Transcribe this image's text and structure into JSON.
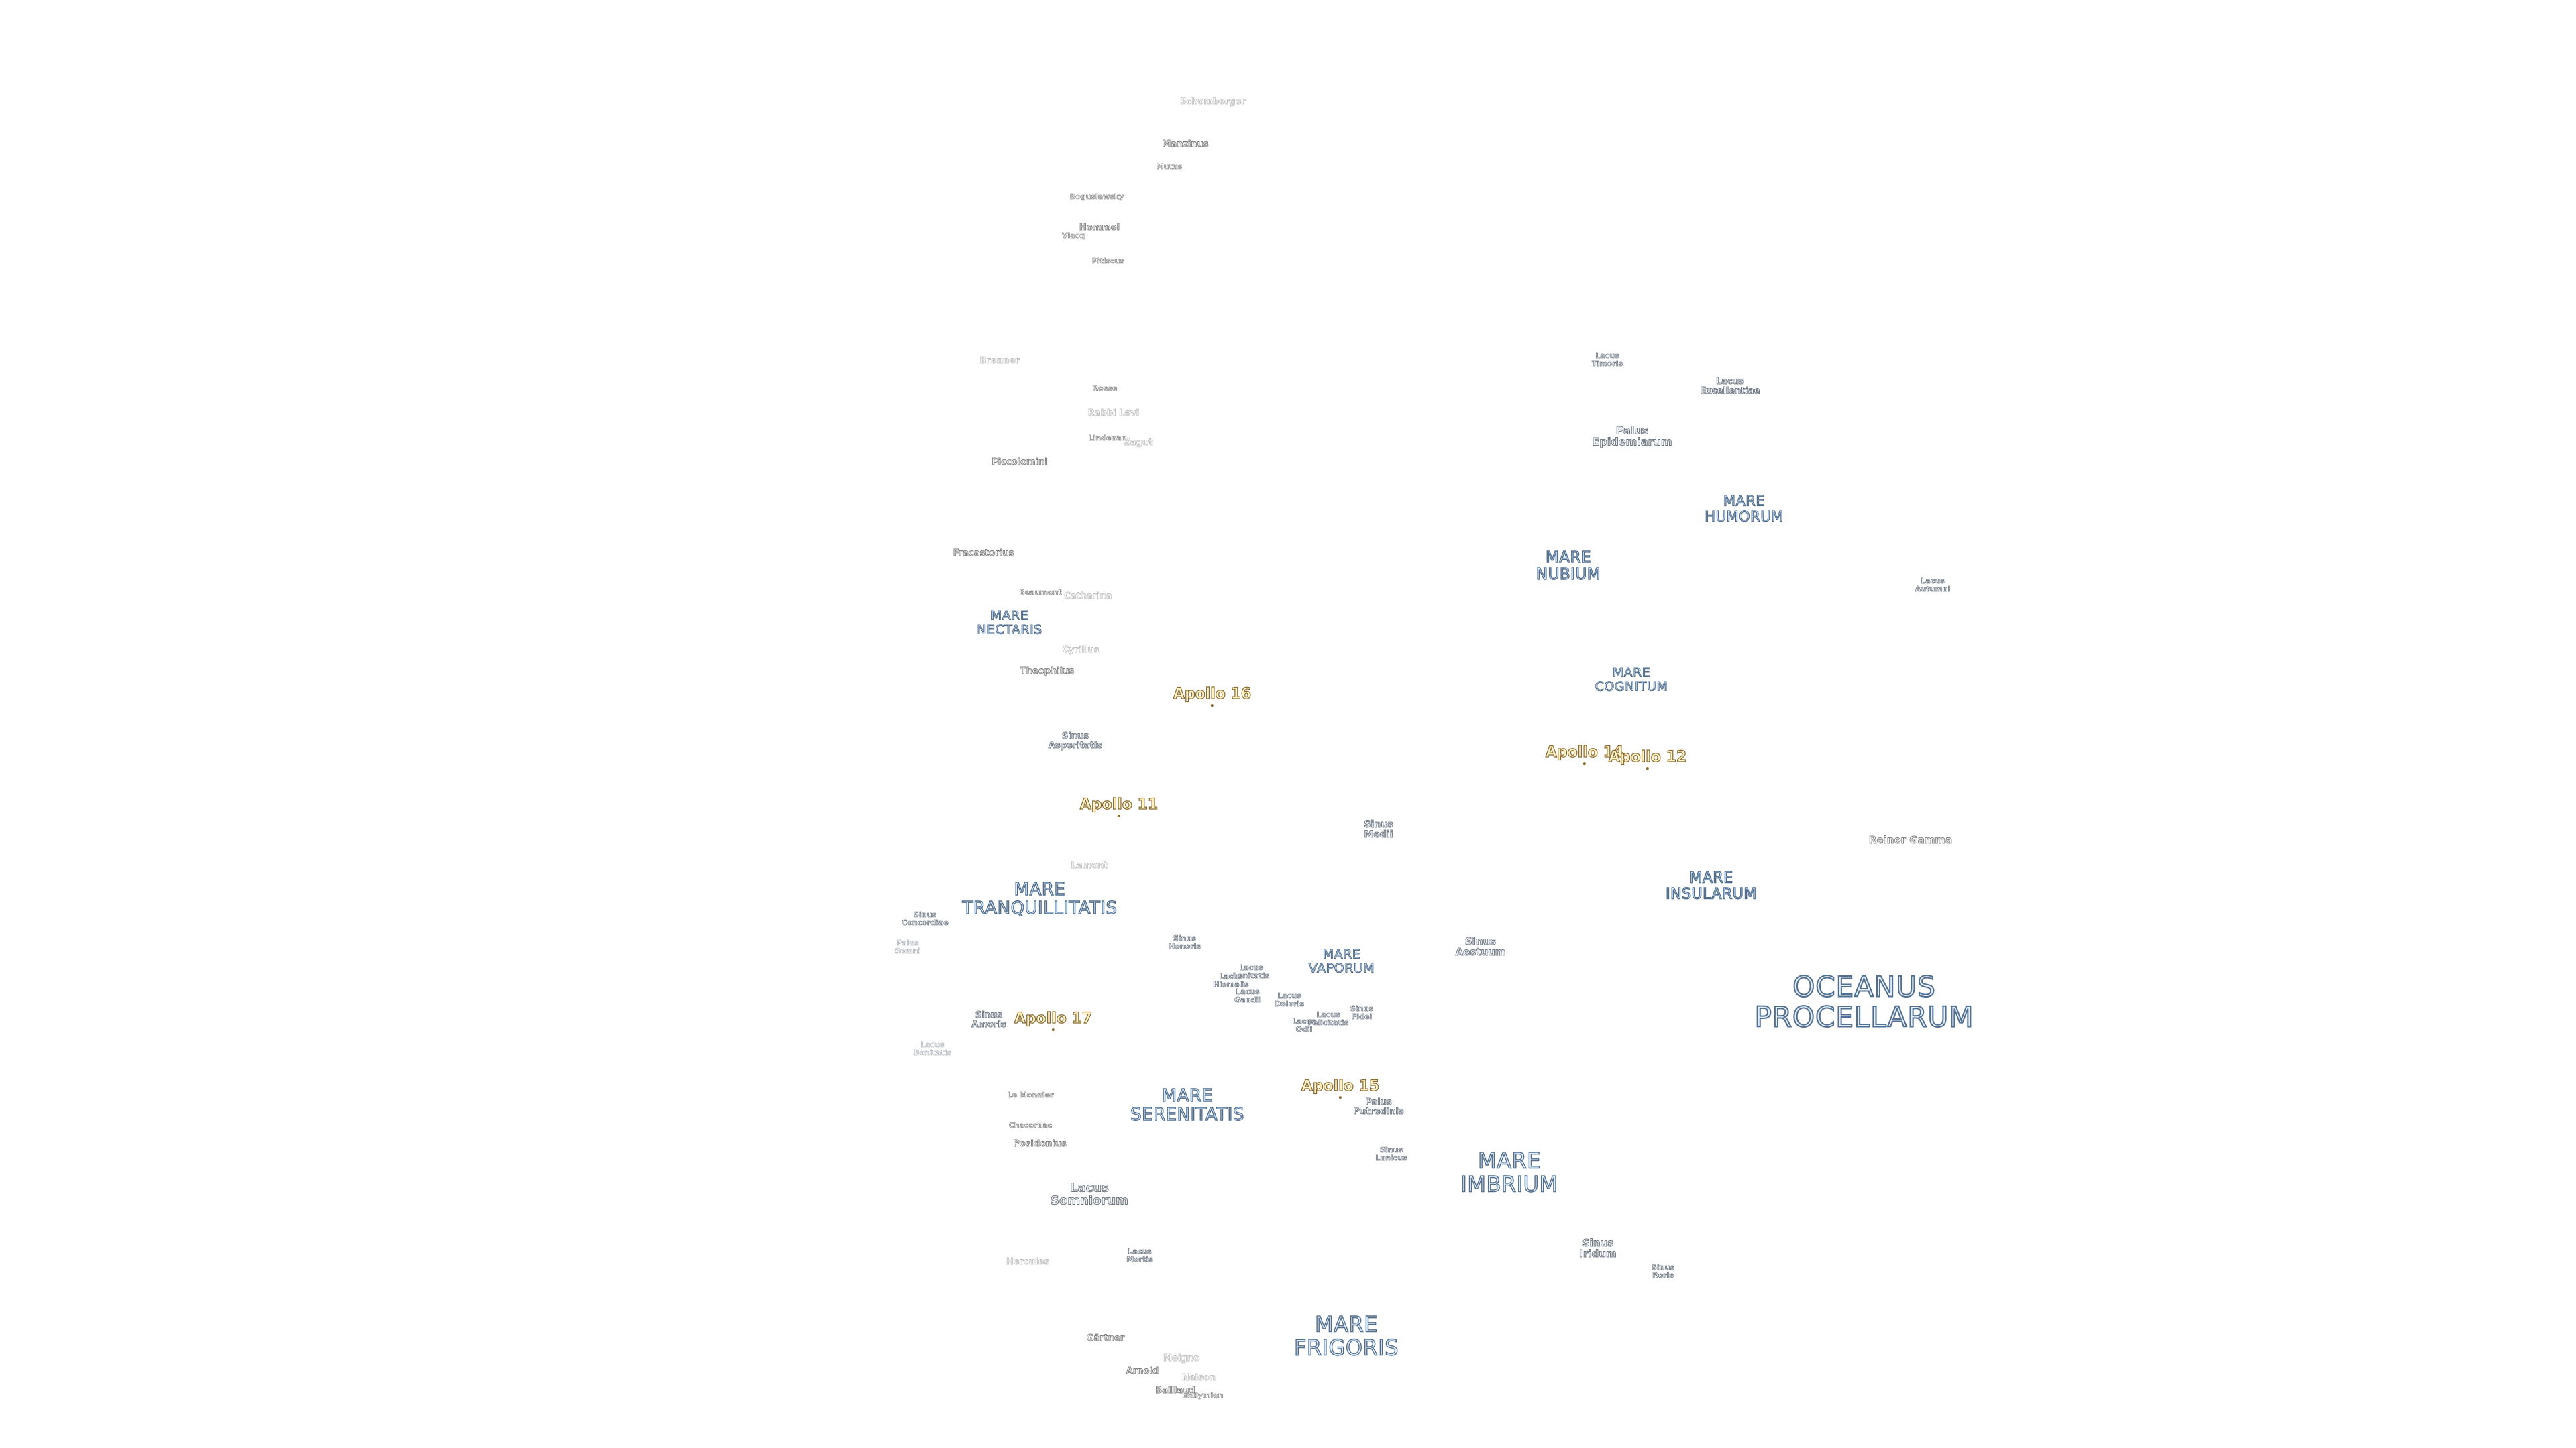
{
  "map": {
    "colors": {
      "background": "#ffffff",
      "mare_outline": "#4f6f92",
      "feature_outline": "#6e7884",
      "crater_outline": "#7c7c7c",
      "apollo_outline": "#8b6a2e",
      "apollo_fill": "#fff3c9"
    },
    "labels": {
      "schomberger": "Schomberger",
      "manzinus": "Manzinus",
      "mutus": "Mutus",
      "boguslawsky": "Boguslawsky",
      "hommel": "Hommel",
      "vlacq": "Vlacq",
      "pitiscus": "Pitiscus",
      "brenner": "Brenner",
      "rosse": "Rosse",
      "rabbi_levi": "Rabbi Levi",
      "lindenau": "Lindenau",
      "zagut": "Zagut",
      "piccolomini": "Piccolomini",
      "fracastorius": "Fracastorius",
      "beaumont": "Beaumont",
      "catharina": "Catharina",
      "mare_nectaris": "MARE\nNECTARIS",
      "cyrillus": "Cyrillus",
      "theophilus": "Theophilus",
      "apollo_16": "Apollo 16",
      "sinus_asperitatis": "Sinus\nAsperitatis",
      "apollo_11": "Apollo 11",
      "lamont": "Lamont",
      "mare_tranquillitatis": "MARE\nTRANQUILLITATIS",
      "sinus_concordiae": "Sinus\nConcordiae",
      "palus_somni": "Palus\nSomni",
      "sinus_amoris": "Sinus\nAmoris",
      "apollo_17": "Apollo 17",
      "lacus_bonitatis": "Lacus\nBonitatis",
      "le_monnier": "Le Monnier",
      "chacornac": "Chacornac",
      "posidonius": "Posidonius",
      "lacus_somniorum": "Lacus\nSomniorum",
      "hercules": "Hercules",
      "lacus_mortis": "Lacus\nMortis",
      "gartner": "Gärtner",
      "arnold": "Arnold",
      "moigno": "Moigno",
      "nelson": "Nelson",
      "baillaud": "Baillaud",
      "endymion": "Endymion",
      "mare_frigoris": "MARE\nFRIGORIS",
      "sinus_honoris": "Sinus\nHonoris",
      "lacus_lenitatis": "Lacus\nLenitatis",
      "lacus_hiemalis": "Lacus\nHiemalis",
      "lacus_gaudii": "Lacus\nGaudii",
      "lacus_doloris": "Lacus\nDoloris",
      "lacus_odii": "Lacus\nOdii",
      "lacus_felicitatis": "Lacus\nFelicitatis",
      "sinus_fidei": "Sinus\nFidei",
      "mare_vaporum": "MARE\nVAPORUM",
      "sinus_medii": "Sinus\nMedii",
      "sinus_aestuum": "Sinus\nAestuum",
      "apollo_15": "Apollo 15",
      "palus_putredinis": "Palus\nPutredinis",
      "mare_serenitatis": "MARE\nSERENITATIS",
      "sinus_lunicus": "Sinus\nLunicus",
      "mare_imbrium": "MARE\nIMBRIUM",
      "sinus_iridum": "Sinus\nIridum",
      "sinus_roris": "Sinus\nRoris",
      "lacus_timoris": "Lacus\nTimoris",
      "lacus_excellentiae": "Lacus\nExcellentiae",
      "palus_epidemiarum": "Palus\nEpidemiarum",
      "mare_humorum": "MARE\nHUMORUM",
      "mare_nubium": "MARE\nNUBIUM",
      "lacus_autumni": "Lacus\nAutumni",
      "mare_cognitum": "MARE\nCOGNITUM",
      "apollo_14": "Apollo 14",
      "apollo_12": "Apollo 12",
      "reiner_gamma": "Reiner Gamma",
      "mare_insularum": "MARE\nINSULARUM",
      "oceanus_procellarum": "OCEANUS\nPROCELLARUM"
    }
  }
}
